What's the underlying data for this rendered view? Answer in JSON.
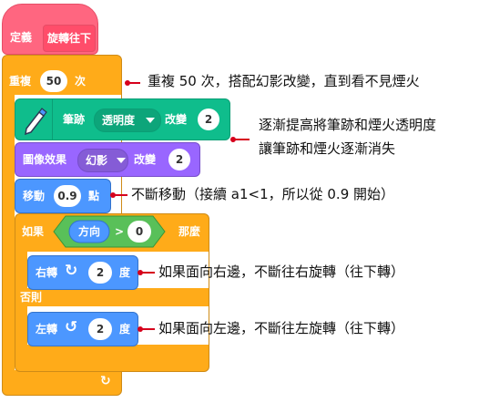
{
  "define_block": {
    "keyword": "定義",
    "name": "旋轉往下"
  },
  "repeat_block": {
    "label": "重複",
    "count": "50",
    "unit": "次"
  },
  "pen_block": {
    "category": "筆跡",
    "param": "透明度",
    "action": "改變",
    "value": "2"
  },
  "effect_block": {
    "category": "圖像效果",
    "param": "幻影",
    "action": "改變",
    "value": "2"
  },
  "move_block": {
    "label": "移動",
    "value": "0.9",
    "unit": "點"
  },
  "if_block": {
    "label": "如果",
    "var": "方向",
    "op": ">",
    "value": "0",
    "then": "那麼",
    "else": "否則"
  },
  "turn_right_block": {
    "label": "右轉",
    "value": "2",
    "unit": "度"
  },
  "turn_left_block": {
    "label": "左轉",
    "value": "2",
    "unit": "度"
  },
  "annotations": {
    "repeat_note": "重複 50 次，搭配幻影改變，直到看不見煙火",
    "fade_note_1": "逐漸提高將筆跡和煙火透明度",
    "fade_note_2": "讓筆跡和煙火逐漸消失",
    "move_note": "不斷移動（接續 a1<1，所以從 0.9 開始）",
    "right_note": "如果面向右邊，不斷往右旋轉（往下轉）",
    "left_note": "如果面向左邊，不斷往左旋轉（往下轉）"
  },
  "colors": {
    "define": "#ff6680",
    "control": "#ffab19",
    "pen": "#0fbd8c",
    "looks": "#9966ff",
    "motion": "#4c97ff",
    "operator": "#59c059",
    "annotation": "#d6001c"
  },
  "icons": [
    "pen-icon",
    "turn-right-icon",
    "turn-left-icon",
    "loop-arrow-icon",
    "dropdown-caret-icon"
  ]
}
